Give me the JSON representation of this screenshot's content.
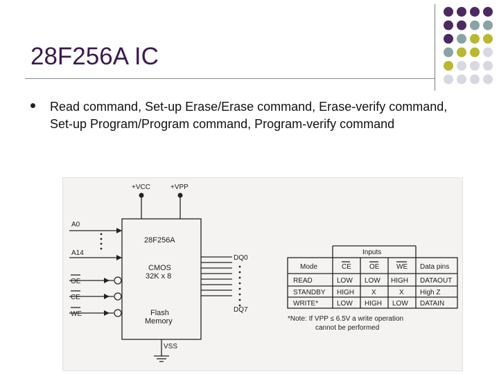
{
  "slide": {
    "title": "28F256A IC",
    "bullet": "Read command, Set-up Erase/Erase command, Erase-verify command, Set-up Program/Program command, Program-verify command"
  },
  "decoration": {
    "dot_colors": [
      "#4b2a5f",
      "#8aa3a6",
      "#b8b833",
      "#d8d8e2"
    ],
    "dot_rows": [
      [
        "#4b2a5f",
        "#4b2a5f",
        "#4b2a5f",
        "#4b2a5f"
      ],
      [
        "#4b2a5f",
        "#4b2a5f",
        "#8aa3a6",
        "#8aa3a6"
      ],
      [
        "#4b2a5f",
        "#8aa3a6",
        "#b8b833",
        "#b8b833"
      ],
      [
        "#8aa3a6",
        "#b8b833",
        "#b8b833",
        "#d8d8e2"
      ],
      [
        "#b8b833",
        "#d8d8e2",
        "#d8d8e2",
        "#d8d8e2"
      ],
      [
        "#d8d8e2",
        "#d8d8e2",
        "#d8d8e2",
        "#d8d8e2"
      ]
    ]
  },
  "diagram": {
    "chip_name": "28F256A",
    "chip_tech": "CMOS",
    "chip_org": "32K x 8",
    "chip_type_1": "Flash",
    "chip_type_2": "Memory",
    "vcc": "+VCC",
    "vpp": "+VPP",
    "vss": "VSS",
    "a0": "A0",
    "a14": "A14",
    "oe": "OE",
    "ce": "CE",
    "we": "WE",
    "dq0": "DQ0",
    "dq7": "DQ7"
  },
  "table": {
    "group_header": "Inputs",
    "columns": [
      "Mode",
      "CE",
      "OE",
      "WE",
      "Data pins"
    ],
    "rows": [
      [
        "READ",
        "LOW",
        "LOW",
        "HIGH",
        "DATAOUT"
      ],
      [
        "STANDBY",
        "HIGH",
        "X",
        "X",
        "High Z"
      ],
      [
        "WRITE*",
        "LOW",
        "HIGH",
        "LOW",
        "DATAIN"
      ]
    ],
    "note_line1": "*Note: If VPP ≤ 6.5V a write operation",
    "note_line2": "cannot be performed"
  }
}
